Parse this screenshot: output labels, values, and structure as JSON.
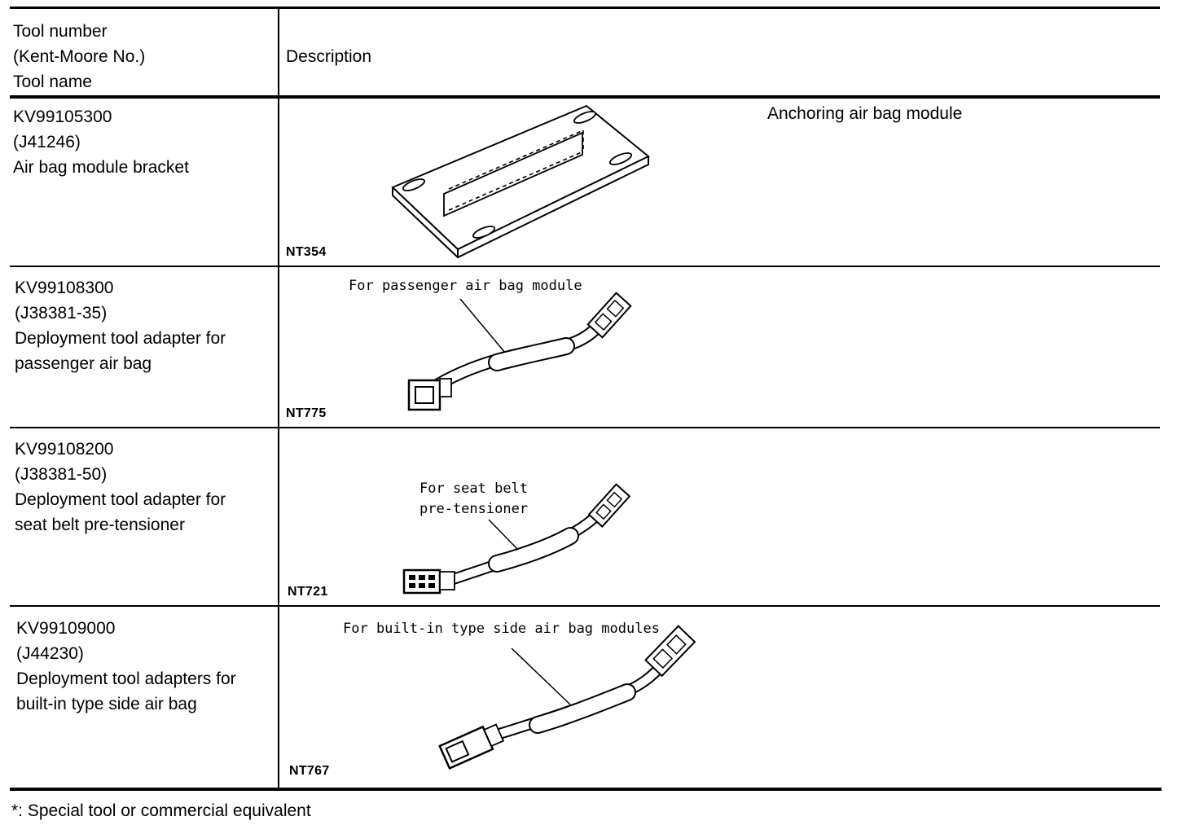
{
  "header": {
    "col1_lines": [
      "Tool number",
      "(Kent-Moore No.)",
      "Tool name"
    ],
    "col2": "Description"
  },
  "rows": [
    {
      "tool_number": "KV99105300",
      "kent_moore": "(J41246)",
      "name_lines": [
        "Air bag module bracket"
      ],
      "figure_code": "NT354",
      "callout_lines": [],
      "description": "Anchoring air bag module",
      "illustration": "bracket-plate-icon"
    },
    {
      "tool_number": "KV99108300",
      "kent_moore": "(J38381-35)",
      "name_lines": [
        "Deployment tool adapter for",
        "passenger air bag"
      ],
      "figure_code": "NT775",
      "callout_lines": [
        "For passenger air bag module"
      ],
      "description": "",
      "illustration": "harness-adapter-icon"
    },
    {
      "tool_number": "KV99108200",
      "kent_moore": "(J38381-50)",
      "name_lines": [
        "Deployment tool adapter for",
        "seat belt pre-tensioner"
      ],
      "figure_code": "NT721",
      "callout_lines": [
        "For seat belt",
        "pre-tensioner"
      ],
      "description": "",
      "illustration": "harness-adapter-icon"
    },
    {
      "tool_number": "KV99109000",
      "kent_moore": "(J44230)",
      "name_lines": [
        "Deployment tool adapters for",
        "built-in type side air bag"
      ],
      "figure_code": "NT767",
      "callout_lines": [
        "For built-in type side air bag modules"
      ],
      "description": "",
      "illustration": "harness-adapter-icon"
    }
  ],
  "footnote": "*: Special tool or commercial equivalent"
}
